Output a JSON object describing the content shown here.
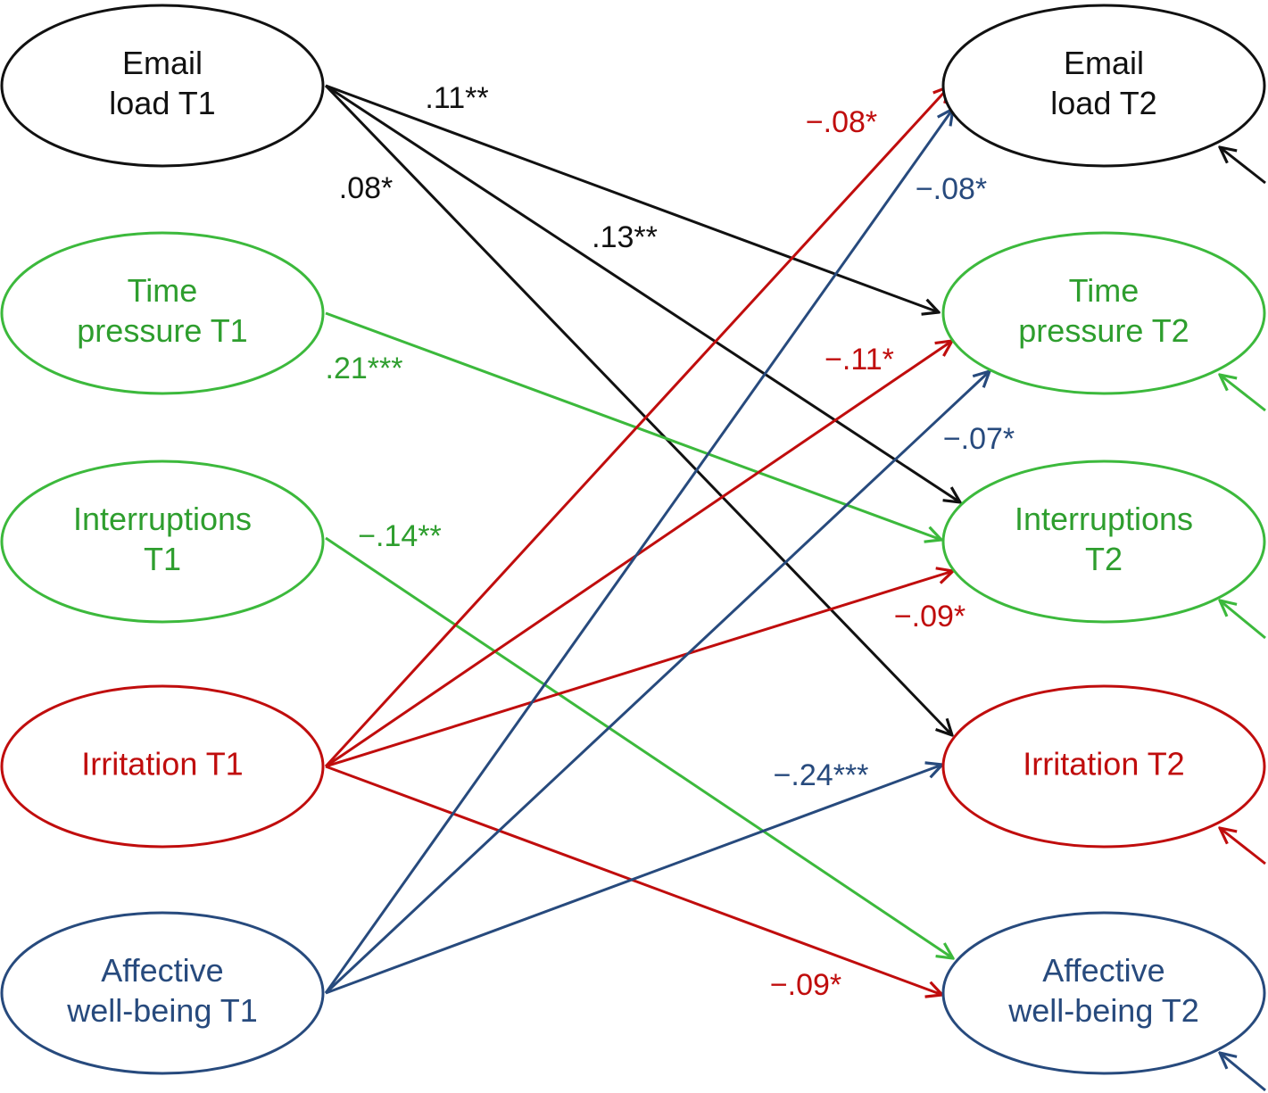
{
  "colors": {
    "black": "#111111",
    "green": "#3cb93c",
    "green_text": "#2e9e2e",
    "red": "#c00d0d",
    "blue": "#274a7d"
  },
  "nodes": [
    {
      "id": "email_t1",
      "lines": [
        "Email",
        "load T1"
      ],
      "color": "black"
    },
    {
      "id": "time_t1",
      "lines": [
        "Time",
        "pressure T1"
      ],
      "color": "green"
    },
    {
      "id": "interr_t1",
      "lines": [
        "Interruptions",
        "T1"
      ],
      "color": "green"
    },
    {
      "id": "irrit_t1",
      "lines": [
        "Irritation T1"
      ],
      "color": "red"
    },
    {
      "id": "wb_t1",
      "lines": [
        "Affective",
        "well-being T1"
      ],
      "color": "blue"
    },
    {
      "id": "email_t2",
      "lines": [
        "Email",
        "load T2"
      ],
      "color": "black"
    },
    {
      "id": "time_t2",
      "lines": [
        "Time",
        "pressure T2"
      ],
      "color": "green"
    },
    {
      "id": "interr_t2",
      "lines": [
        "Interruptions",
        "T2"
      ],
      "color": "green"
    },
    {
      "id": "irrit_t2",
      "lines": [
        "Irritation T2"
      ],
      "color": "red"
    },
    {
      "id": "wb_t2",
      "lines": [
        "Affective",
        "well-being T2"
      ],
      "color": "blue"
    }
  ],
  "paths": [
    {
      "from": "email_t1",
      "to": "time_t2",
      "label": ".11**",
      "color": "black"
    },
    {
      "from": "email_t1",
      "to": "interr_t2",
      "label": ".13**",
      "color": "black"
    },
    {
      "from": "email_t1",
      "to": "irrit_t2",
      "label": ".08*",
      "color": "black"
    },
    {
      "from": "time_t1",
      "to": "interr_t2",
      "label": ".21***",
      "color": "green"
    },
    {
      "from": "interr_t1",
      "to": "wb_t2",
      "label": "−.14**",
      "color": "green"
    },
    {
      "from": "irrit_t1",
      "to": "email_t2",
      "label": "−.08*",
      "color": "red"
    },
    {
      "from": "irrit_t1",
      "to": "time_t2",
      "label": "−.11*",
      "color": "red"
    },
    {
      "from": "irrit_t1",
      "to": "interr_t2",
      "label": "−.09*",
      "color": "red"
    },
    {
      "from": "irrit_t1",
      "to": "wb_t2",
      "label": "−.09*",
      "color": "red"
    },
    {
      "from": "wb_t1",
      "to": "email_t2",
      "label": "−.08*",
      "color": "blue"
    },
    {
      "from": "wb_t1",
      "to": "time_t2",
      "label": "−.07*",
      "color": "blue"
    },
    {
      "from": "wb_t1",
      "to": "irrit_t2",
      "label": "−.24***",
      "color": "blue"
    }
  ],
  "residuals": [
    {
      "node": "email_t2",
      "color": "black"
    },
    {
      "node": "time_t2",
      "color": "green"
    },
    {
      "node": "interr_t2",
      "color": "green"
    },
    {
      "node": "irrit_t2",
      "color": "red"
    },
    {
      "node": "wb_t2",
      "color": "blue"
    }
  ]
}
